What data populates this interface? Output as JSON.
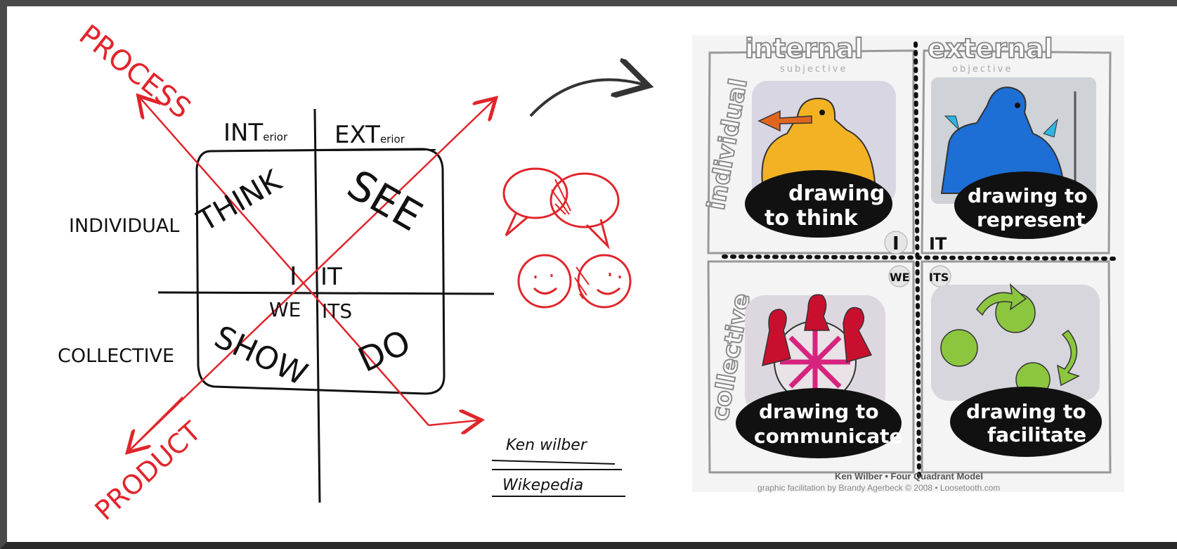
{
  "sketch": {
    "process": "PROCESS",
    "product": "PRODUCT",
    "interior_prefix": "INT",
    "interior_suffix": "erior",
    "exterior_prefix": "EXT",
    "exterior_suffix": "erior",
    "individual": "INDIVIDUAL",
    "collective": "COLLECTIVE",
    "think": "THINK",
    "see": "SEE",
    "show": "SHOW",
    "do": "DO",
    "i": "I",
    "it": "IT",
    "we": "WE",
    "its": "ITS",
    "ref_line1": "Ken wilber",
    "ref_line2": "Wikepedia"
  },
  "poster": {
    "internal": "internal",
    "internal_sub": "subjective",
    "external": "external",
    "external_sub": "objective",
    "individual": "individual",
    "collective": "collective",
    "q1_line1": "drawing",
    "q1_line2": "to think",
    "q2_line1": "drawing to",
    "q2_line2": "represent",
    "q3_line1": "drawing to",
    "q3_line2": "communicate",
    "q4_line1": "drawing to",
    "q4_line2": "facilitate",
    "i": "I",
    "it": "IT",
    "we": "WE",
    "its": "ITS",
    "credit_title": "Ken Wilber • Four Quadrant Model",
    "credit_line": "graphic facilitation by Brandy Agerbeck © 2008 • Loosetooth.com"
  },
  "colors": {
    "red": "#e0252b",
    "ink": "#111111",
    "yellow": "#f2b224",
    "blue": "#1d6fd6",
    "crimson": "#c8102e",
    "green": "#8cc63f"
  }
}
